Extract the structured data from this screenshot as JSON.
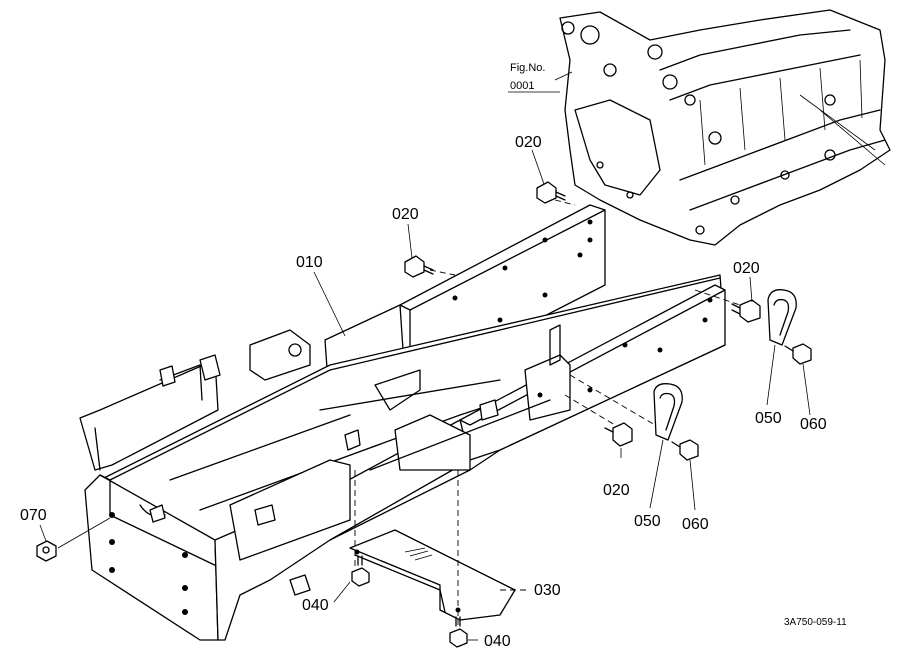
{
  "fig": {
    "label": "Fig.No.",
    "number": "0001"
  },
  "parts": {
    "p010": "010",
    "p020": "020",
    "p030": "030",
    "p040": "040",
    "p050": "050",
    "p060": "060",
    "p070": "070"
  },
  "drawing_code": "3A750-059-11"
}
